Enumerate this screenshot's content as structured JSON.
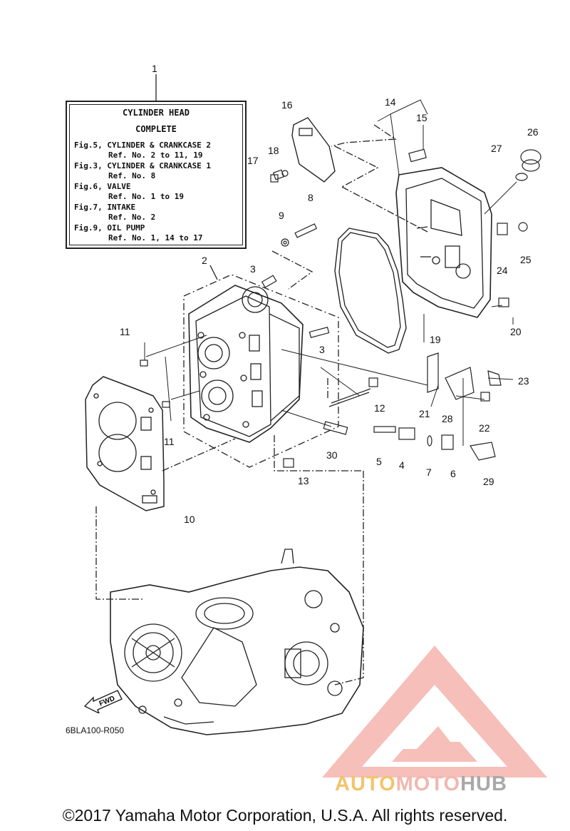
{
  "reference_box": {
    "callout": "1",
    "title_line1": "CYLINDER HEAD",
    "title_line2": "COMPLETE",
    "lines": [
      {
        "text": "Fig.5, CYLINDER & CRANKCASE 2",
        "sub": false
      },
      {
        "text": "Ref. No. 2 to 11, 19",
        "sub": true
      },
      {
        "text": "Fig.3, CYLINDER & CRANKCASE 1",
        "sub": false
      },
      {
        "text": "Ref. No. 8",
        "sub": true
      },
      {
        "text": "Fig.6, VALVE",
        "sub": false
      },
      {
        "text": "Ref. No. 1 to 19",
        "sub": true
      },
      {
        "text": "Fig.7, INTAKE",
        "sub": false
      },
      {
        "text": "Ref. No. 2",
        "sub": true
      },
      {
        "text": "Fig.9, OIL PUMP",
        "sub": false
      },
      {
        "text": "Ref. No. 1, 14 to 17",
        "sub": true
      }
    ]
  },
  "callouts": {
    "n2": "2",
    "n3a": "3",
    "n3b": "3",
    "n4": "4",
    "n5": "5",
    "n6": "6",
    "n7": "7",
    "n8": "8",
    "n9": "9",
    "n10": "10",
    "n11a": "11",
    "n11b": "11",
    "n12": "12",
    "n13": "13",
    "n14": "14",
    "n15": "15",
    "n16": "16",
    "n17": "17",
    "n18": "18",
    "n19": "19",
    "n20": "20",
    "n21": "21",
    "n22": "22",
    "n23": "23",
    "n24": "24",
    "n25": "25",
    "n26": "26",
    "n27": "27",
    "n28": "28",
    "n29": "29",
    "n30": "30"
  },
  "fwd_label": "FWD",
  "part_code": "6BLA100-R050",
  "watermark": {
    "part1": "AUTO",
    "part2": "MOTO",
    "part3": "HUB",
    "color_red": "#e8392b",
    "color_gold": "#f3c46a"
  },
  "copyright": "©2017 Yamaha Motor Corporation, U.S.A. All rights reserved."
}
